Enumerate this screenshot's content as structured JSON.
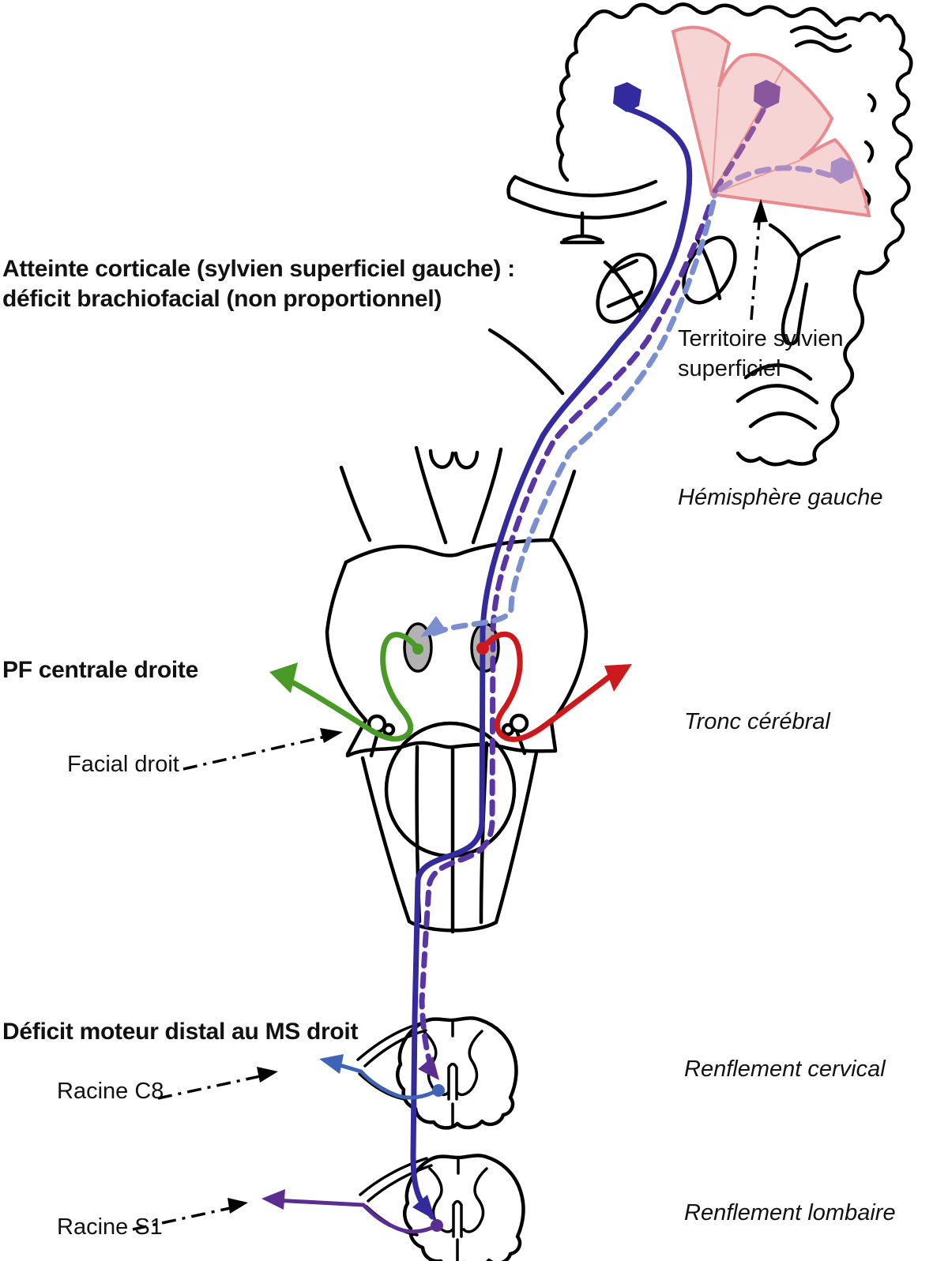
{
  "figure": {
    "labels": {
      "lesion_line1": "Atteinte corticale  (sylvien superficiel gauche) :",
      "lesion_line2": "déficit brachiofacial (non proportionnel)",
      "territory_line1": "Territoire sylvien",
      "territory_line2": "superficiel",
      "hemisphere": "Hémisphère gauche",
      "pf_central": "PF centrale droite",
      "facial_right": "Facial droit",
      "brainstem": "Tronc cérébral",
      "motor_deficit": "Déficit moteur distal au MS droit",
      "root_c8": "Racine C8",
      "cervical_enlargement": "Renflement cervical",
      "root_s1": "Racine S1",
      "lumbar_enlargement": "Renflement lombaire"
    },
    "colors": {
      "main": "#332a9e",
      "hand": "#8a569e",
      "hand_low": "#5a35a5",
      "face_cortex": "#a98dc4",
      "face_pons": "#7b8fd0",
      "green": "#4a9a28",
      "red": "#cc191c",
      "c8": "#3f64b5",
      "s1": "#5b2d91",
      "pink_fill": "#f5caca",
      "pink_stroke": "#e8898d",
      "nucleus": "#b3b1b1"
    }
  }
}
